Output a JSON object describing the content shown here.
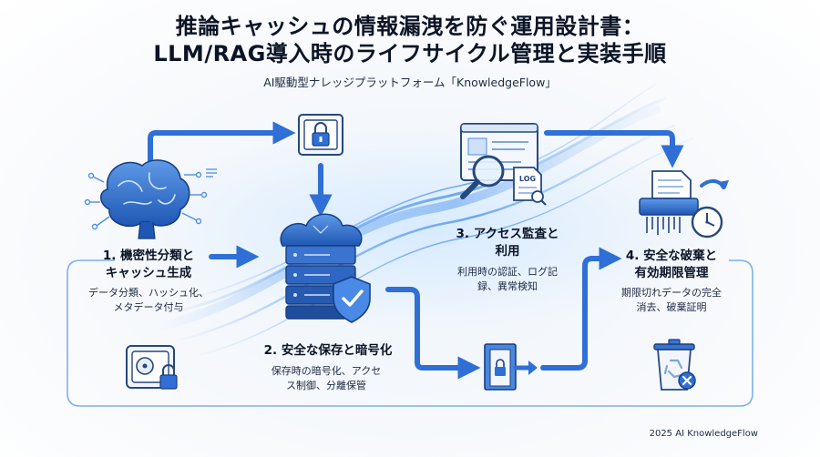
{
  "title_line1": "推論キャッシュの情報漏洩を防ぐ運用設計書：",
  "title_line2": "LLM/RAG導入時のライフサイクル管理と実装手順",
  "subtitle": "AI駆動型ナレッジプラットフォーム「KnowledgeFlow」",
  "steps": [
    {
      "title_1": "1. 機密性分類と",
      "title_2": "キャッシュ生成",
      "desc_1": "データ分類、ハッシュ化、",
      "desc_2": "メタデータ付与"
    },
    {
      "title_1": "2. 安全な保存と暗号化",
      "desc_1": "保存時の暗号化、アクセ",
      "desc_2": "ス制御、分離保管"
    },
    {
      "title_1": "3. アクセス監査と",
      "title_2": "利用",
      "desc_1": "利用時の認証、ログ記",
      "desc_2": "録、異常検知"
    },
    {
      "title_1": "4. 安全な破棄と",
      "title_2": "有効期限管理",
      "desc_1": "期限切れデータの完全",
      "desc_2": "消去、破棄証明"
    }
  ],
  "log_label": "LOG",
  "footer": "2025 AI KnowledgeFlow",
  "colors": {
    "accent": "#2f6fd6",
    "accent_dark": "#1c4fa8",
    "light": "#6fa8ee",
    "text": "#0b1426"
  }
}
